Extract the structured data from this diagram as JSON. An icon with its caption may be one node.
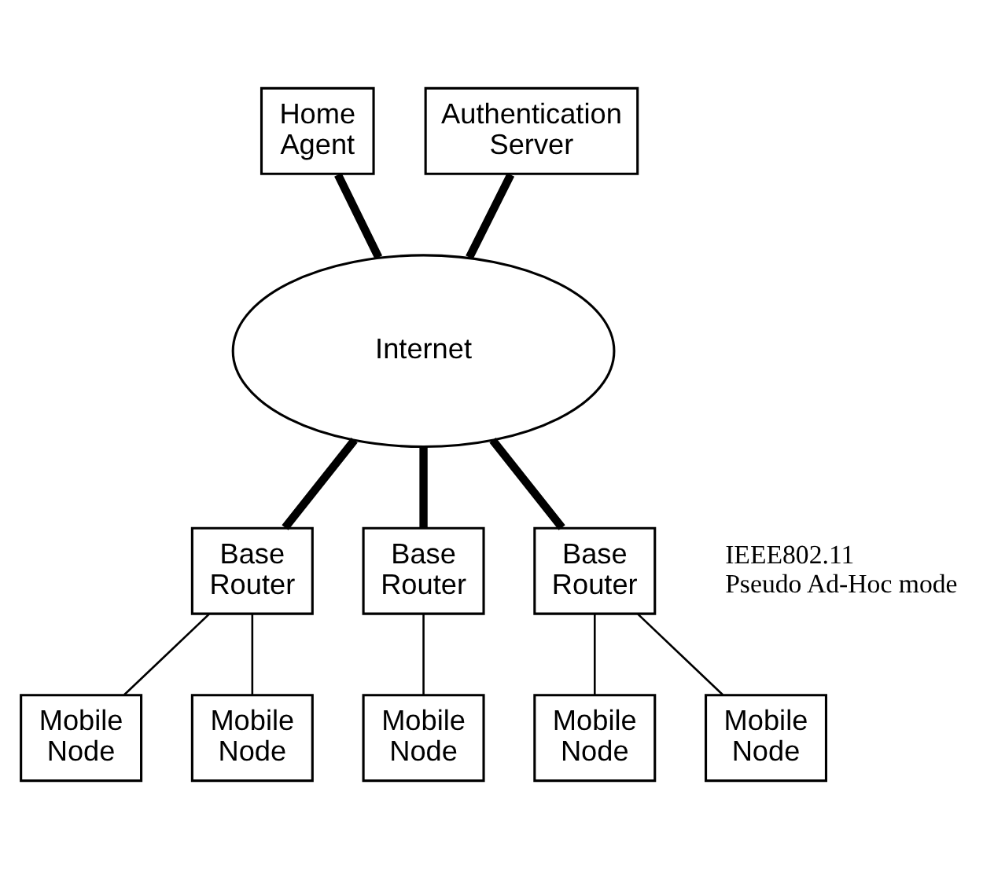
{
  "diagram": {
    "nodes": [
      {
        "text": [
          "Home Agent"
        ]
      },
      {
        "text": [
          "Authentication Server"
        ]
      },
      {
        "text": [
          "Internet"
        ]
      },
      {
        "text": [
          "Base Router"
        ]
      },
      {
        "text": [
          "Base Router"
        ]
      },
      {
        "text": [
          "Base Router"
        ]
      },
      {
        "text": [
          "Mobile Node"
        ]
      },
      {
        "text": [
          "Mobile Node"
        ]
      },
      {
        "text": [
          "Mobile Node"
        ]
      },
      {
        "text": [
          "Mobile Node"
        ]
      },
      {
        "text": [
          "Mobile Node"
        ]
      }
    ],
    "edges": [
      {
        "from": 0,
        "to": 2,
        "arrow": "none",
        "style": "thick"
      },
      {
        "from": 1,
        "to": 2,
        "arrow": "none",
        "style": "thick"
      },
      {
        "from": 2,
        "to": 3,
        "arrow": "none",
        "style": "thick"
      },
      {
        "from": 2,
        "to": 4,
        "arrow": "none",
        "style": "thick"
      },
      {
        "from": 2,
        "to": 5,
        "arrow": "none",
        "style": "thick"
      },
      {
        "from": 3,
        "to": 6,
        "arrow": "none"
      },
      {
        "from": 3,
        "to": 7,
        "arrow": "none"
      },
      {
        "from": 4,
        "to": 8,
        "arrow": "none"
      },
      {
        "from": 5,
        "to": 9,
        "arrow": "none"
      },
      {
        "from": 5,
        "to": 10,
        "arrow": "none"
      }
    ],
    "labels": [
      "IEEE802.11 Pseudo Ad-Hoc mode"
    ]
  }
}
